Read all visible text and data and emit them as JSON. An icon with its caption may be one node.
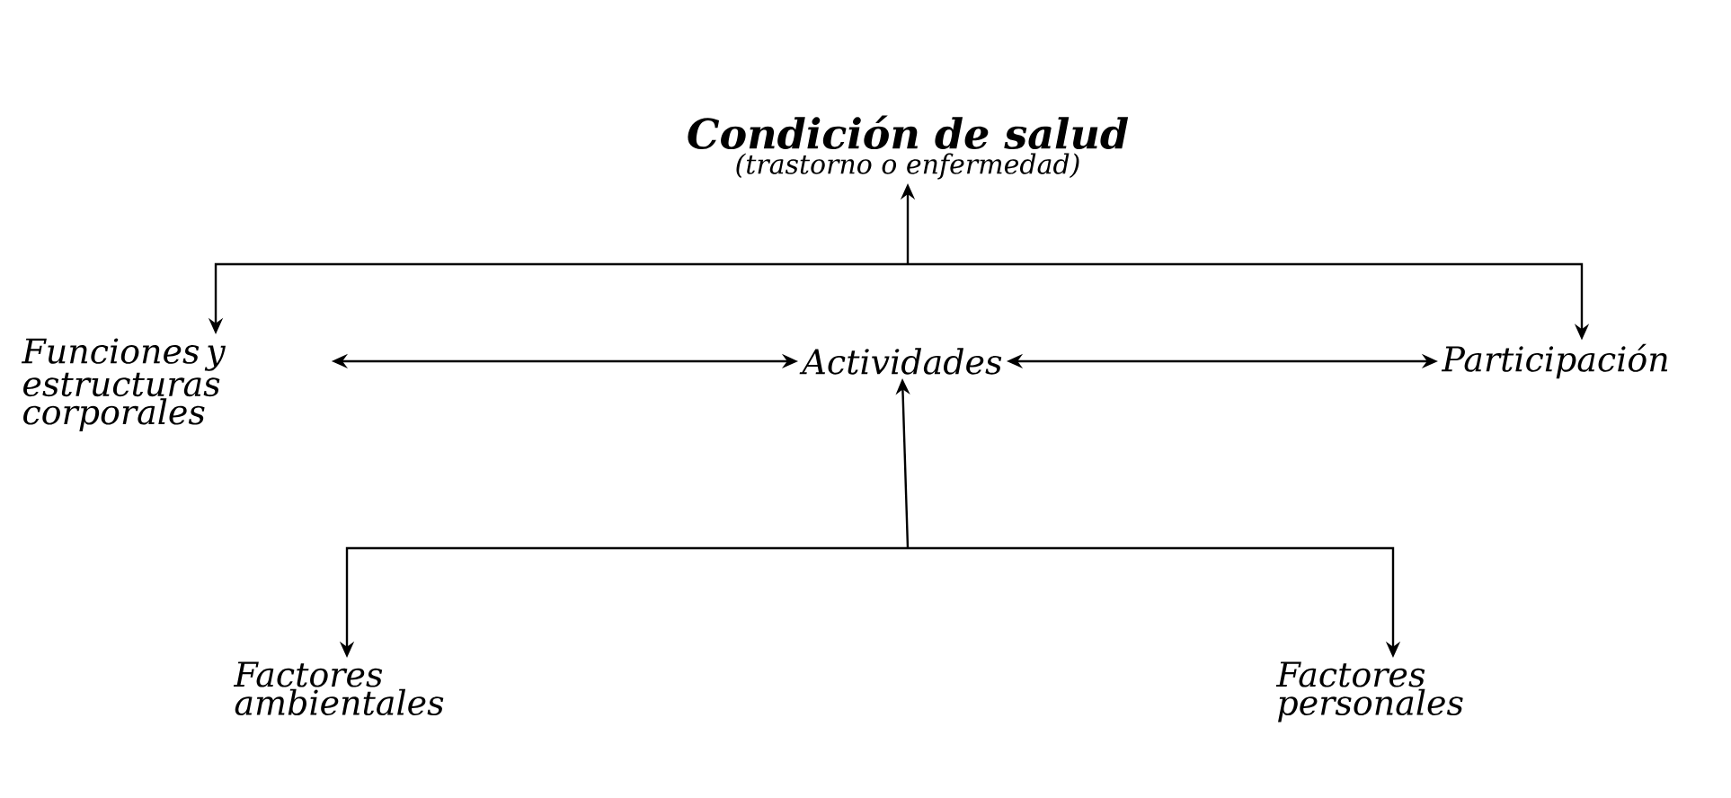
{
  "diagram": {
    "nodes": [
      {
        "text": [
          "Condición de salud",
          "(trastorno o enfermedad)"
        ]
      },
      {
        "text": [
          "Funciones y estructuras corporales"
        ]
      },
      {
        "text": [
          "Actividades"
        ]
      },
      {
        "text": [
          "Participación"
        ]
      },
      {
        "text": [
          "Factores ambientales"
        ]
      },
      {
        "text": [
          "Factores personales"
        ]
      }
    ],
    "edges": [
      {
        "from": 1,
        "to": 3,
        "arrow": "both"
      },
      {
        "from": null,
        "to": 0,
        "arrow": "to"
      },
      {
        "from": 1,
        "to": 2,
        "arrow": "both"
      },
      {
        "from": 2,
        "to": 3,
        "arrow": "both"
      },
      {
        "from": 4,
        "to": 5,
        "arrow": "both"
      },
      {
        "from": null,
        "to": 2,
        "arrow": "to"
      }
    ]
  }
}
